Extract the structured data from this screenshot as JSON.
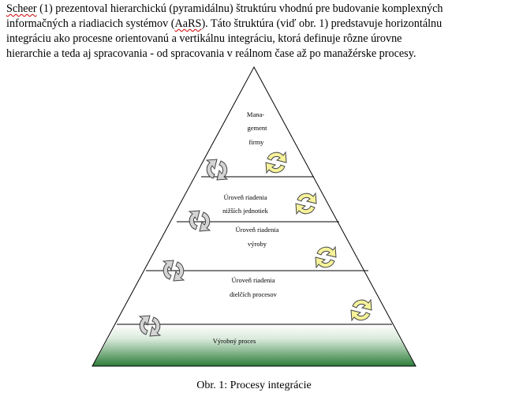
{
  "paragraph": {
    "lines": [
      {
        "pre": "",
        "s1": "Scheer",
        "mid": " (1) prezentoval hierarchickú (pyramidálnu) štruktúru vhodnú pre budovanie komplexných",
        "s2": "",
        "post": ""
      },
      {
        "pre": "informačných a riadiacich systémov (",
        "s1": "AaRS",
        "mid": "). Táto štruktúra (viď obr. 1) predstavuje horizontálnu",
        "s2": "",
        "post": ""
      },
      {
        "pre": "integráciu ako procesne orientovanú a vertikálnu integráciu, ktorá definuje rôzne úrovne",
        "s1": "",
        "mid": "",
        "s2": "",
        "post": ""
      },
      {
        "pre": "hierarchie a teda aj spracovania - od spracovania v reálnom čase až po manažérske procesy.",
        "s1": "",
        "mid": "",
        "s2": "",
        "post": ""
      }
    ]
  },
  "pyramid": {
    "top": [
      "Mana-",
      "gement",
      "firmy"
    ],
    "level2": [
      "Úroveň riadenia",
      "nižších jednotiek"
    ],
    "level3": [
      "Úroveň riadenia",
      "výroby"
    ],
    "level4": [
      "Úroveň riadenia",
      "dielčích procesov"
    ],
    "base": "Výrobný proces"
  },
  "colors": {
    "yellow_cycle": "#f5f29a",
    "gray_cycle": "#d4d4d4",
    "base_gradient_top": "#ffffff",
    "base_gradient_bottom": "#2e7d3a"
  },
  "caption": "Obr. 1: Procesy integrácie"
}
